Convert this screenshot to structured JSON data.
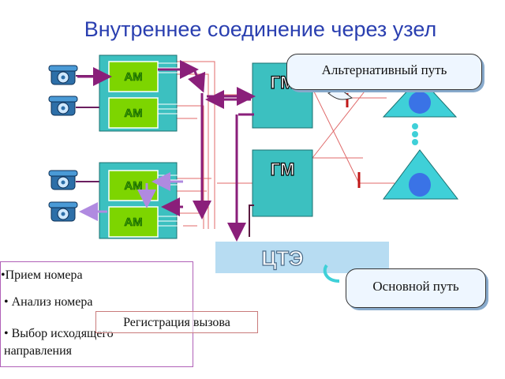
{
  "title": "Внутреннее соединение через узел",
  "blocks": {
    "am_label": "АМ",
    "gm_label": "ГМ",
    "cte_label": "ЦТЭ"
  },
  "callouts": {
    "alternative_path": "Альтернативный путь",
    "main_path": "Основной путь"
  },
  "info_list": {
    "item1": "Прием номера",
    "item2": "Анализ номера",
    "item3_line1": "Выбор исходящего",
    "item3_line2": "направления"
  },
  "registration": "Регистрация вызова",
  "colors": {
    "title": "#2a3fb0",
    "module_fill": "#3cc0c0",
    "am_fill": "#7dd500",
    "arrow_purple": "#8a1f7a",
    "arrow_violet": "#b08ae0",
    "cte_fill": "#b7dcf2",
    "node_triangle": "#3fd0d8",
    "node_circle": "#3a73e6",
    "line_red": "#e06a6a"
  }
}
